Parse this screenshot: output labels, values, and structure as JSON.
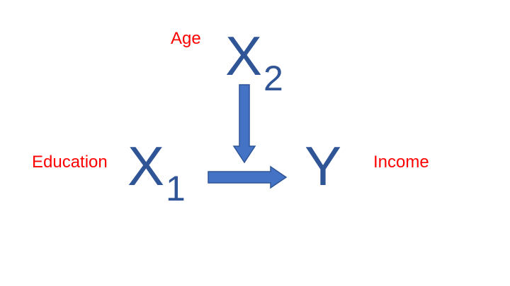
{
  "nodes": {
    "x2": {
      "symbol": "X",
      "subscript": "2",
      "label": "Age"
    },
    "x1": {
      "symbol": "X",
      "subscript": "1",
      "label": "Education"
    },
    "y": {
      "symbol": "Y",
      "label": "Income"
    }
  },
  "colors": {
    "variable": "#2f5597",
    "arrow_fill": "#4472c4",
    "arrow_stroke": "#2f5597",
    "label": "#ff0000"
  },
  "edges": [
    {
      "from": "x1",
      "to": "y"
    },
    {
      "from": "x2",
      "to": "x1-y-edge"
    }
  ]
}
